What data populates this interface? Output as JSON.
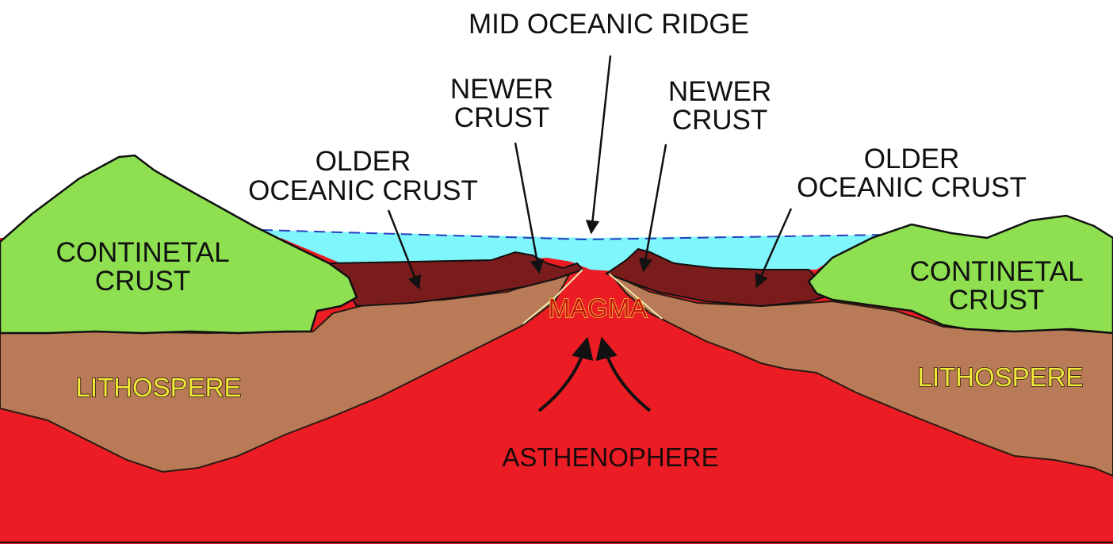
{
  "labels": {
    "ridge": "MID OCEANIC RIDGE",
    "newer_left_1": "NEWER",
    "newer_left_2": "CRUST",
    "newer_right_1": "NEWER",
    "newer_right_2": "CRUST",
    "older_left_1": "OLDER",
    "older_left_2": "OCEANIC CRUST",
    "older_right_1": "OLDER",
    "older_right_2": "OCEANIC CRUST",
    "cont_left_1": "CONTINETAL",
    "cont_left_2": "CRUST",
    "cont_right_1": "CONTINETAL",
    "cont_right_2": "CRUST",
    "litho_left": "LITHOSPERE",
    "litho_right": "LITHOSPERE",
    "magma": "MAGMA",
    "astheno": "ASTHENOPHERE"
  },
  "colors": {
    "asthenosphere": "#ec1c24",
    "lithosphere": "#b97a57",
    "continental": "#8ee050",
    "ocean": "#7ff6fb",
    "oceanic_crust": "#7a1c1c",
    "outline": "#111111",
    "sea_level": "#2b3fbf"
  }
}
